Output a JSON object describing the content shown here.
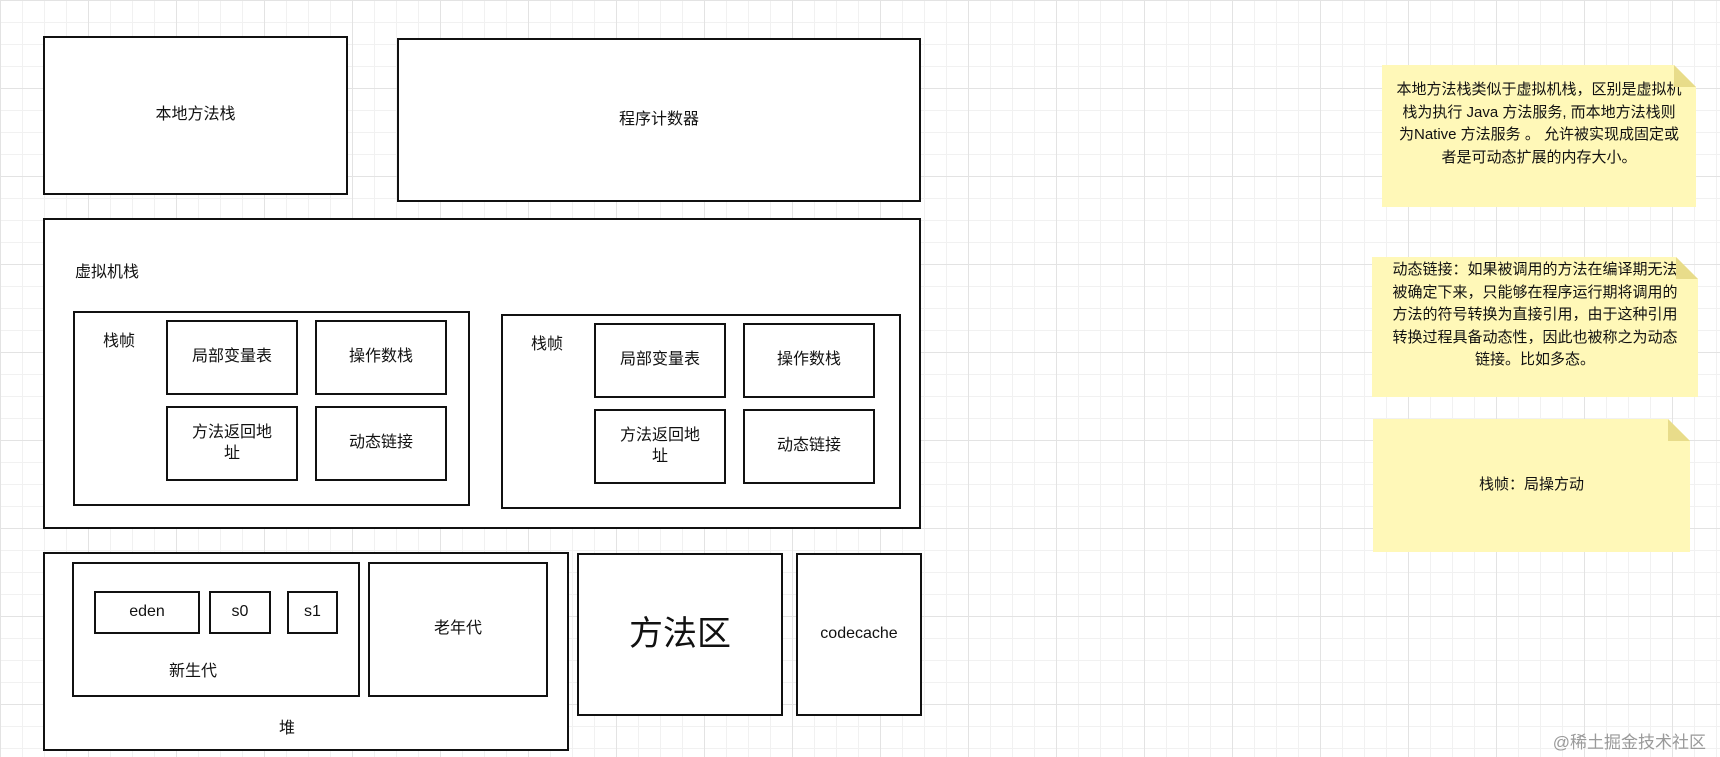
{
  "diagram": {
    "native_stack": "本地方法栈",
    "program_counter": "程序计数器",
    "vm_stack": {
      "title": "虚拟机栈",
      "frames": [
        {
          "label": "栈帧",
          "local_vars": "局部变量表",
          "operand_stack": "操作数栈",
          "return_address": "方法返回地址",
          "dynamic_link": "动态链接"
        },
        {
          "label": "栈帧",
          "local_vars": "局部变量表",
          "operand_stack": "操作数栈",
          "return_address": "方法返回地址",
          "dynamic_link": "动态链接"
        }
      ]
    },
    "heap": {
      "label": "堆",
      "young_gen": {
        "label": "新生代",
        "eden": "eden",
        "s0": "s0",
        "s1": "s1"
      },
      "old_gen": "老年代"
    },
    "method_area": "方法区",
    "code_cache": "codecache"
  },
  "notes": {
    "native_stack_note": "本地方法栈类似于虚拟机栈，区别是虚拟机栈为执行 Java 方法服务, 而本地方法栈则为Native 方法服务 。 允许被实现成固定或者是可动态扩展的内存大小。",
    "dynamic_link_note": "动态链接：如果被调用的方法在编译期无法被确定下来，只能够在程序运行期将调用的方法的符号转换为直接引用，由于这种引用转换过程具备动态性，因此也被称之为动态链接。比如多态。",
    "frame_note": "栈帧：局操方动"
  },
  "watermark": "@稀土掘金技术社区"
}
